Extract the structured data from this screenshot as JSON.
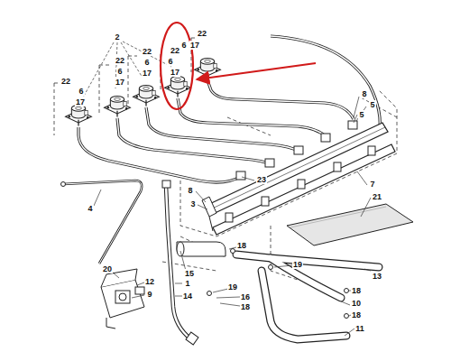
{
  "diagram": {
    "labels": [
      "2",
      "22",
      "6",
      "17",
      "22",
      "6",
      "17",
      "22",
      "6",
      "17",
      "22",
      "6",
      "17",
      "22",
      "6",
      "17",
      "8",
      "5",
      "5",
      "8",
      "3",
      "23",
      "7",
      "21",
      "4",
      "15",
      "1",
      "14",
      "20",
      "12",
      "9",
      "18",
      "19",
      "13",
      "19",
      "16",
      "18",
      "18",
      "10",
      "18",
      "11"
    ]
  }
}
